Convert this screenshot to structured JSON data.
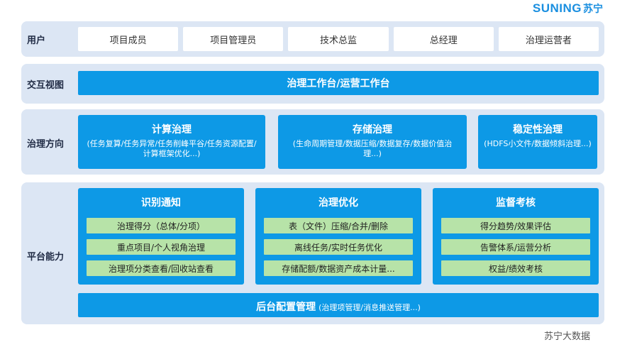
{
  "brand": {
    "en": "SUNING",
    "cn": "苏宁"
  },
  "users": {
    "label": "用户",
    "items": [
      "项目成员",
      "项目管理员",
      "技术总监",
      "总经理",
      "治理运营者"
    ]
  },
  "view": {
    "label": "交互视图",
    "bar": "治理工作台/运营工作台"
  },
  "direction": {
    "label": "治理方向",
    "items": [
      {
        "title": "计算治理",
        "sub": "(任务复算/任务异常/任务削峰平谷/任务资源配置/计算框架优化...)"
      },
      {
        "title": "存储治理",
        "sub": "(生命周期管理/数据压缩/数据复存/数据价值治理...)"
      },
      {
        "title": "稳定性治理",
        "sub": "(HDFS小文件/数据倾斜治理...)"
      }
    ]
  },
  "platform": {
    "label": "平台能力",
    "caps": [
      {
        "title": "识别通知",
        "items": [
          "治理得分（总体/分项）",
          "重点项目/个人视角治理",
          "治理项分类查看/回收站查看"
        ]
      },
      {
        "title": "治理优化",
        "items": [
          "表（文件）压缩/合并/删除",
          "离线任务/实时任务优化",
          "存储配额/数据资产成本计量..."
        ]
      },
      {
        "title": "监督考核",
        "items": [
          "得分趋势/效果评估",
          "告警体系/运营分析",
          "权益/绩效考核"
        ]
      }
    ],
    "backend_title": "后台配置管理",
    "backend_sub": "(治理项管理/消息推送管理...)"
  },
  "footer": "苏宁大数据"
}
